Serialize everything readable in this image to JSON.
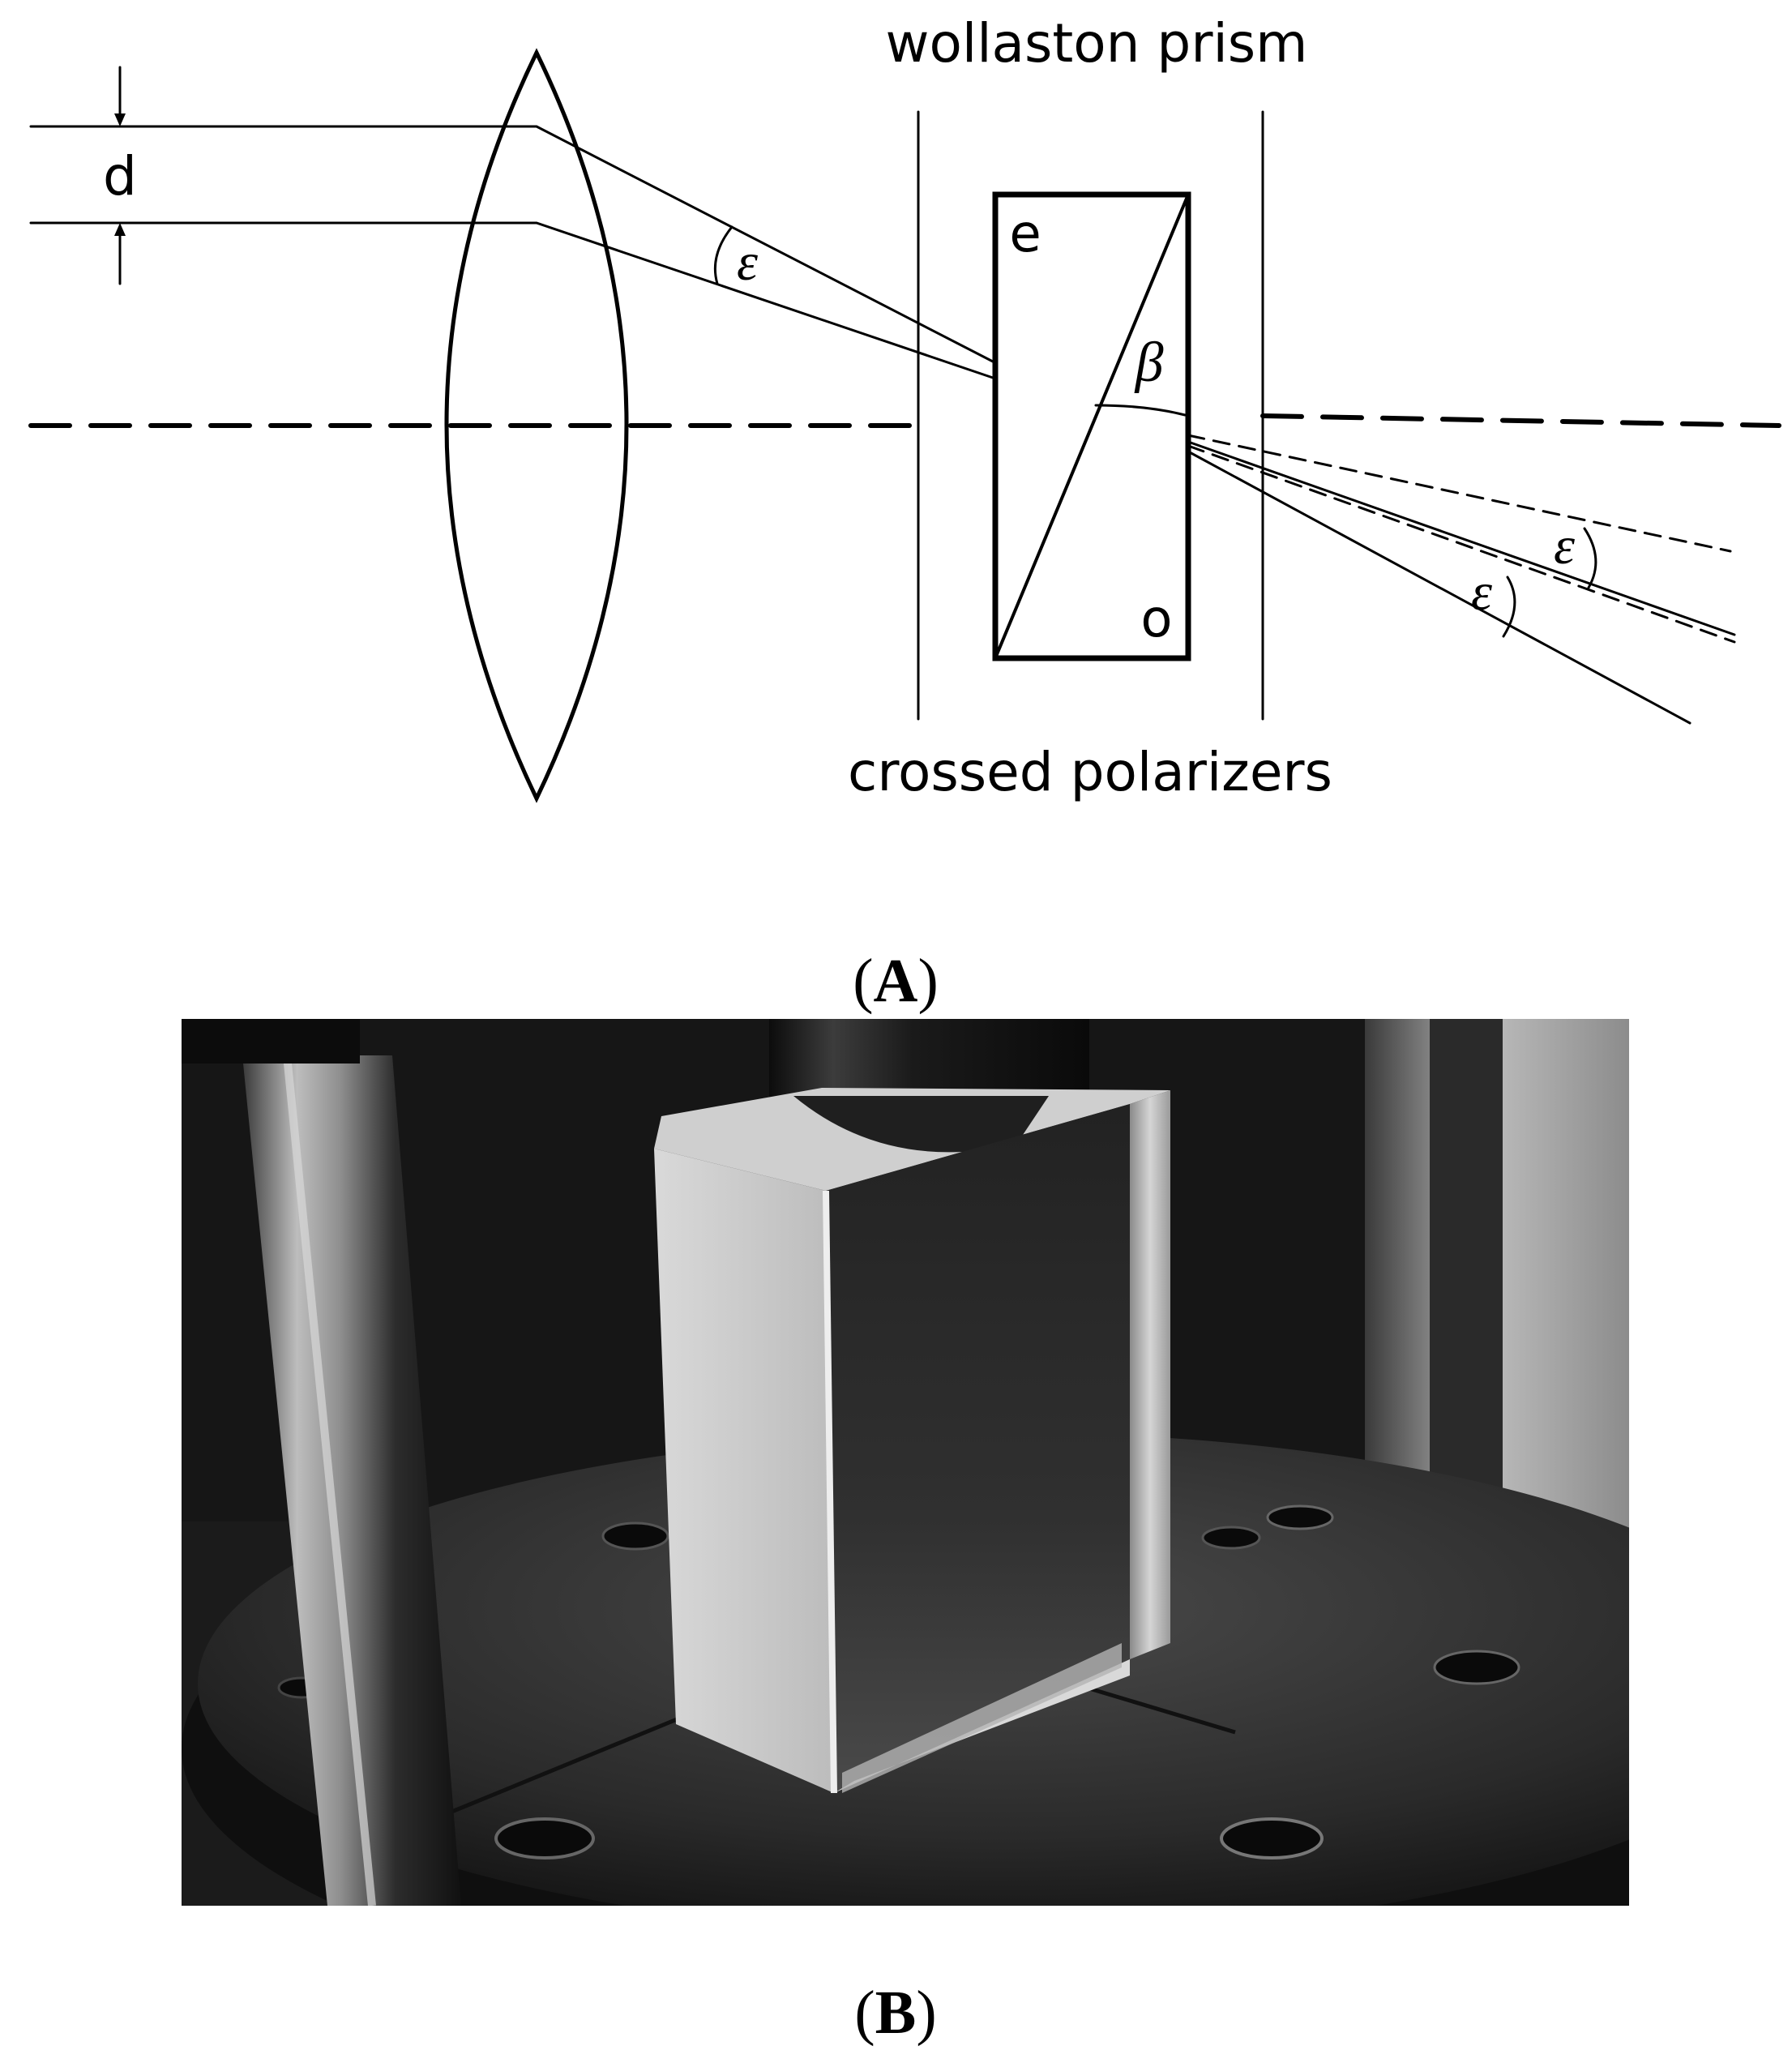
{
  "panel_a": {
    "label_open": "(",
    "label_letter": "A",
    "label_close": ")",
    "top_label": "wollaston prism",
    "bottom_label": "crossed polarizers",
    "beam_separation": "d",
    "angle_symbol": "ε",
    "prism_angle_symbol": "β",
    "prism_ray_e": "e",
    "prism_ray_o": "o"
  },
  "panel_b": {
    "label_open": "(",
    "label_letter": "B",
    "label_close": ")"
  },
  "colors": {
    "line": "#000000",
    "background": "#ffffff"
  }
}
